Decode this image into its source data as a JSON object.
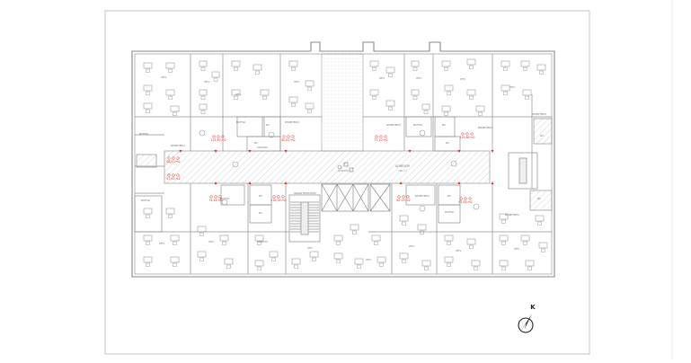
{
  "plan": {
    "north_label": "K",
    "corridor_label": "KORİDOR",
    "corridor_area": "280 m²",
    "stair_label": "YANGIN MERDİVENİ",
    "areas": [
      "88,50 m2",
      "115,63 m2",
      "80,81 m2",
      "77,10 m2",
      "119,88 m2",
      "67,43 m2",
      "74,44 m2",
      "116,16 m2",
      "85,15 m2",
      "92,44 m2"
    ],
    "rooms": {
      "ofis": "OFİS",
      "mutfak": "MUTFAK",
      "wc": "WC",
      "sekreterya": "SEKRETERYA",
      "yonetici": "YÖNETİCİ",
      "toplanti": "TOPLANTI"
    },
    "colors": {
      "line": "#8a8a8a",
      "furniture": "#9c9c9c",
      "area_label": "#e0292b",
      "hatch": "#c4c4c4"
    }
  }
}
